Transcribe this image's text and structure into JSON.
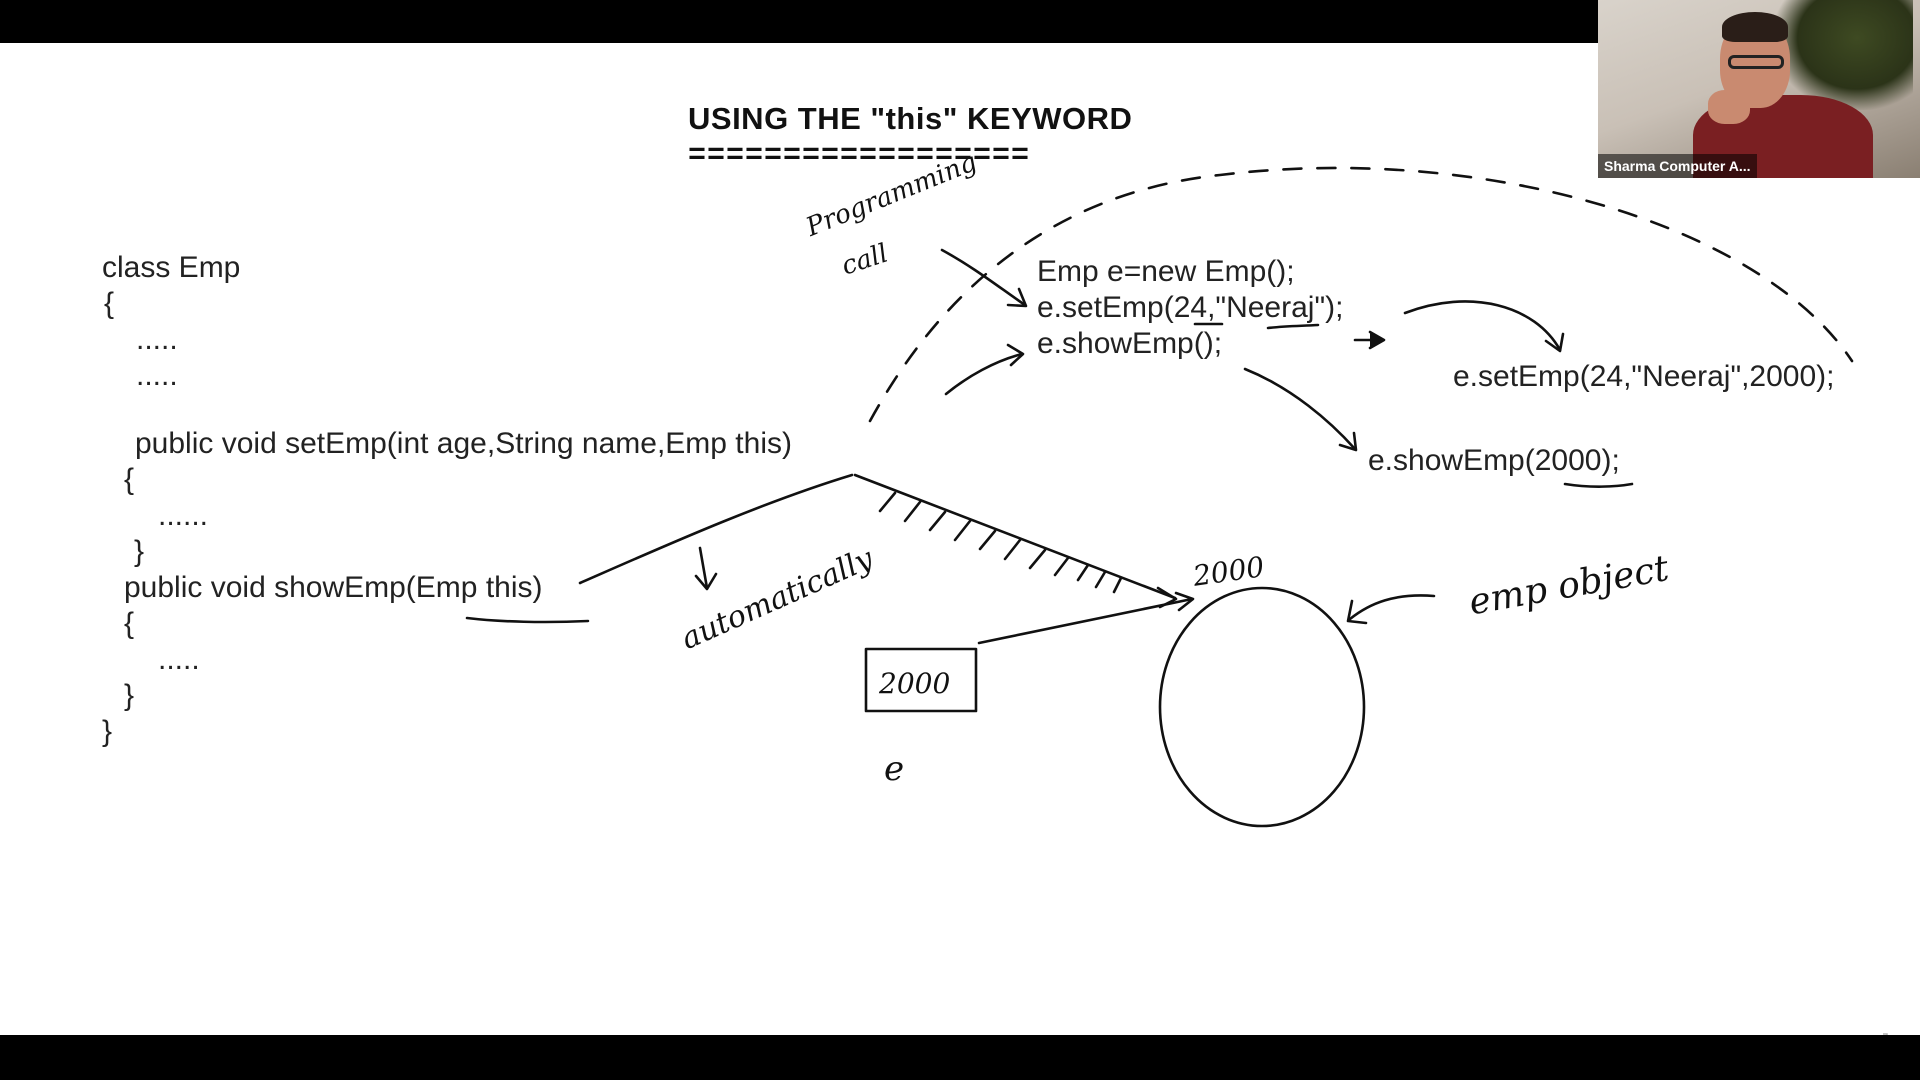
{
  "slide": {
    "title": "USING THE \"this\" KEYWORD",
    "title_underline": "==================",
    "code_left": [
      "class Emp",
      "{",
      ".....",
      ".....",
      "public void setEmp(int age,String name,Emp this)",
      "{",
      "......",
      "}",
      "public void showEmp(Emp this)",
      "{",
      ".....",
      "}",
      "}"
    ],
    "code_right": [
      "Emp e=new Emp();",
      "e.setEmp(24,\"Neeraj\");",
      "e.showEmp();"
    ],
    "translated_set": "e.setEmp(24,\"Neeraj\",2000);",
    "translated_show": "e.showEmp(2000);"
  },
  "handwriting": {
    "programming_call_1": "Programming",
    "programming_call_2": "call",
    "automatically": "automatically",
    "address_near_object": "2000",
    "address_in_box": "2000",
    "ref_variable": "e",
    "emp_object": "emp object"
  },
  "webcam": {
    "participant_name": "Sharma Computer A..."
  },
  "icons": {
    "expand": "expand-icon"
  }
}
